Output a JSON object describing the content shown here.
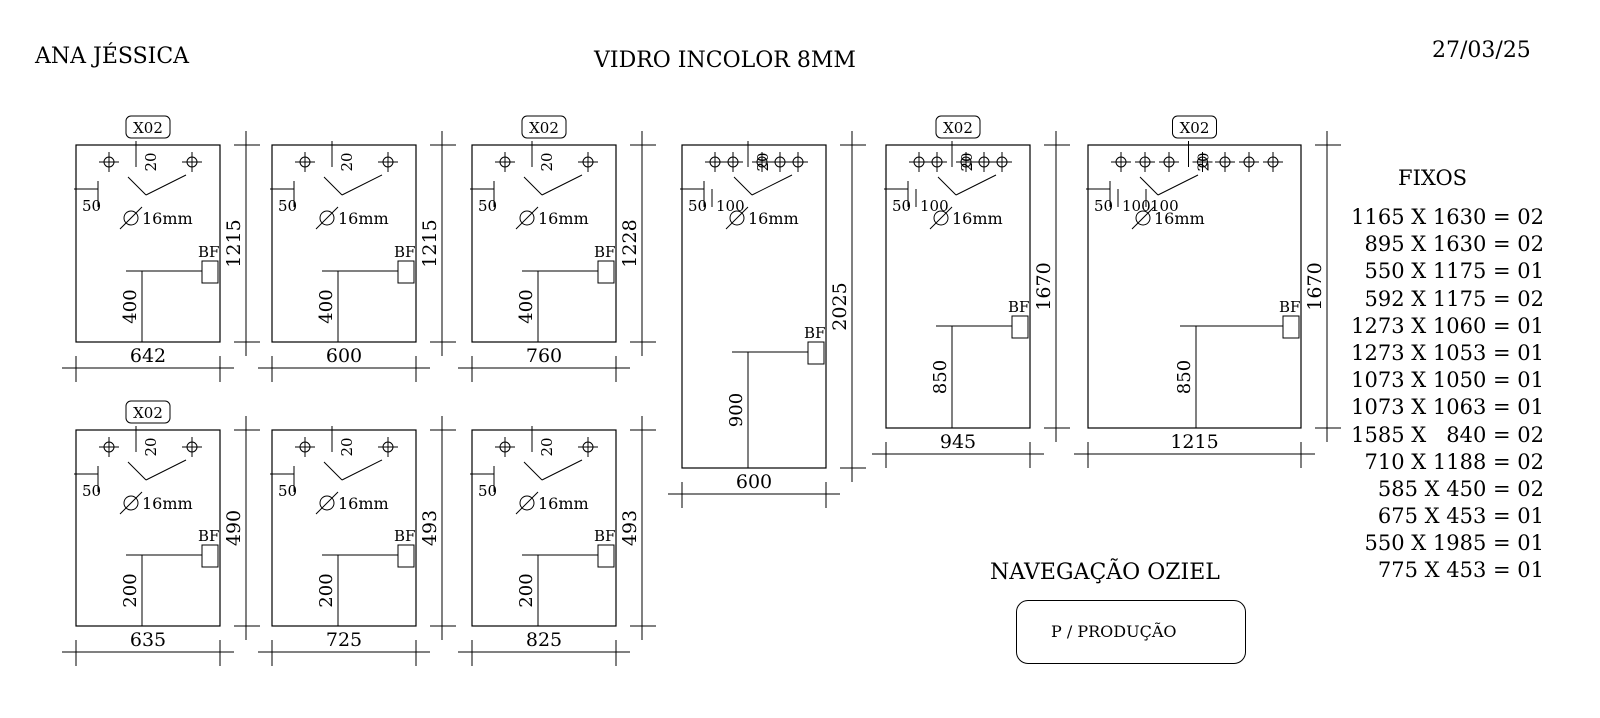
{
  "header": {
    "client": "ANA JÉSSICA",
    "glass_type": "VIDRO INCOLOR 8MM",
    "date": "27/03/25"
  },
  "panels": [
    {
      "id": "p1",
      "width": "642",
      "height": "1215",
      "height_mark": "400",
      "hole_offsets": [
        "50"
      ],
      "spacing": "20",
      "hole_diameter": "16mm",
      "hole_count": 3,
      "qty_tag": "X02",
      "fitting": "BF"
    },
    {
      "id": "p2",
      "width": "600",
      "height": "1215",
      "height_mark": "400",
      "hole_offsets": [
        "50"
      ],
      "spacing": "20",
      "hole_diameter": "16mm",
      "hole_count": 3,
      "qty_tag": "",
      "fitting": "BF"
    },
    {
      "id": "p3",
      "width": "760",
      "height": "1228",
      "height_mark": "400",
      "hole_offsets": [
        "50"
      ],
      "spacing": "20",
      "hole_diameter": "16mm",
      "hole_count": 3,
      "qty_tag": "X02",
      "fitting": "BF"
    },
    {
      "id": "p4",
      "width": "600",
      "height": "2025",
      "height_mark": "900",
      "hole_offsets": [
        "50",
        "100"
      ],
      "spacing": "20",
      "hole_diameter": "16mm",
      "hole_count": 5,
      "qty_tag": "",
      "fitting": "BF"
    },
    {
      "id": "p5",
      "width": "945",
      "height": "1670",
      "height_mark": "850",
      "hole_offsets": [
        "50",
        "100"
      ],
      "spacing": "20",
      "hole_diameter": "16mm",
      "hole_count": 5,
      "qty_tag": "X02",
      "fitting": "BF"
    },
    {
      "id": "p6",
      "width": "1215",
      "height": "1670",
      "height_mark": "850",
      "hole_offsets": [
        "50",
        "100",
        "100"
      ],
      "spacing": "20",
      "hole_diameter": "16mm",
      "hole_count": 7,
      "qty_tag": "X02",
      "fitting": "BF"
    },
    {
      "id": "p7",
      "width": "635",
      "height": "490",
      "height_mark": "200",
      "hole_offsets": [
        "50"
      ],
      "spacing": "20",
      "hole_diameter": "16mm",
      "hole_count": 3,
      "qty_tag": "X02",
      "fitting": "BF"
    },
    {
      "id": "p8",
      "width": "725",
      "height": "493",
      "height_mark": "200",
      "hole_offsets": [
        "50"
      ],
      "spacing": "20",
      "hole_diameter": "16mm",
      "hole_count": 3,
      "qty_tag": "",
      "fitting": "BF"
    },
    {
      "id": "p9",
      "width": "825",
      "height": "493",
      "height_mark": "200",
      "hole_offsets": [
        "50"
      ],
      "spacing": "20",
      "hole_diameter": "16mm",
      "hole_count": 3,
      "qty_tag": "",
      "fitting": "BF"
    }
  ],
  "fixos": {
    "title": "FIXOS",
    "items": [
      "1165 X 1630 = 02",
      "895 X 1630 = 02",
      "550 X 1175 = 01",
      "592 X 1175 = 02",
      "1273 X 1060 = 01",
      "1273 X 1053 = 01",
      "1073 X 1050 = 01",
      "1073 X 1063 = 01",
      "1585 X   840 = 02",
      "710 X 1188 = 02",
      "585 X 450 = 02",
      "675 X 453 = 01",
      "550 X 1985 = 01",
      "775 X 453 = 01"
    ]
  },
  "footer": {
    "label": "NAVEGAÇÃO OZIEL",
    "status": "P / PRODUÇÃO"
  }
}
